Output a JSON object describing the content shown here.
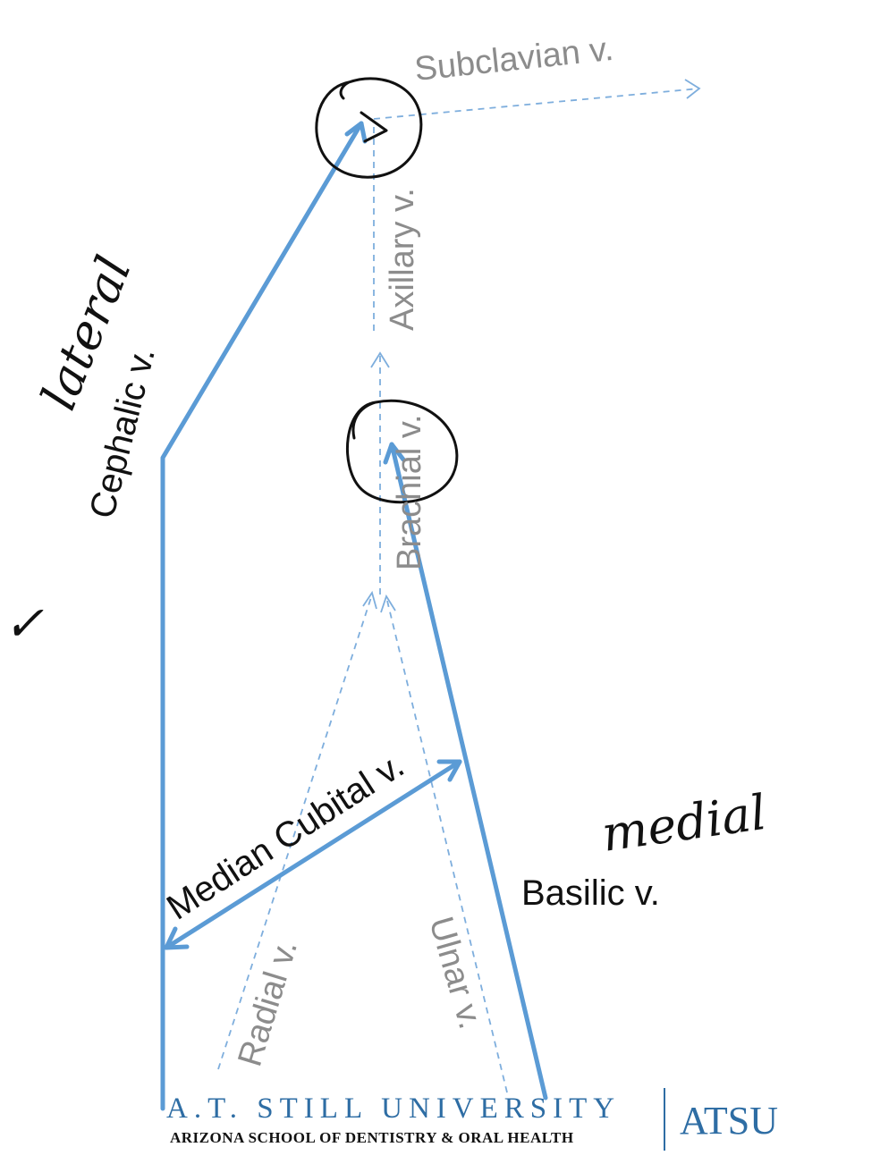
{
  "labels": {
    "subclavian": "Subclavian v.",
    "axillary": "Axillary v.",
    "brachial": "Brachial v.",
    "cephalic": "Cephalic v.",
    "median_cubital": "Median Cubital v.",
    "basilic": "Basilic v.",
    "radial": "Radial v.",
    "ulnar": "Ulnar v."
  },
  "annotations": {
    "lateral": "lateral",
    "medial": "medial",
    "checkmark": "✓"
  },
  "footer": {
    "university": "A.T. STILL UNIVERSITY",
    "school": "ARIZONA SCHOOL OF DENTISTRY & ORAL HEALTH",
    "logo": "ATSU"
  },
  "colors": {
    "vein_blue": "#5b9bd5",
    "dashed_blue": "#7eaedd",
    "label_grey": "#8c8c8c",
    "ink_black": "#111111",
    "brand_blue": "#2e6da4"
  }
}
